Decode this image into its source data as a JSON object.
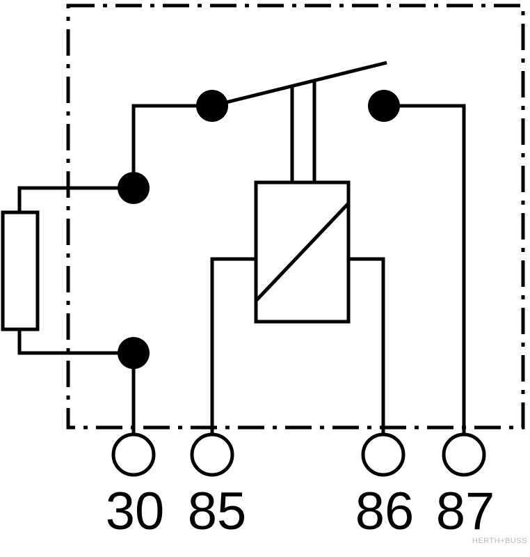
{
  "terminals": [
    {
      "id": "30",
      "label": "30"
    },
    {
      "id": "85",
      "label": "85"
    },
    {
      "id": "86",
      "label": "86"
    },
    {
      "id": "87",
      "label": "87"
    }
  ],
  "brand": {
    "name": "HERTH+BUSS"
  },
  "colors": {
    "line": "#000000",
    "background": "#ffffff",
    "watermark": "#b8b8b8"
  }
}
